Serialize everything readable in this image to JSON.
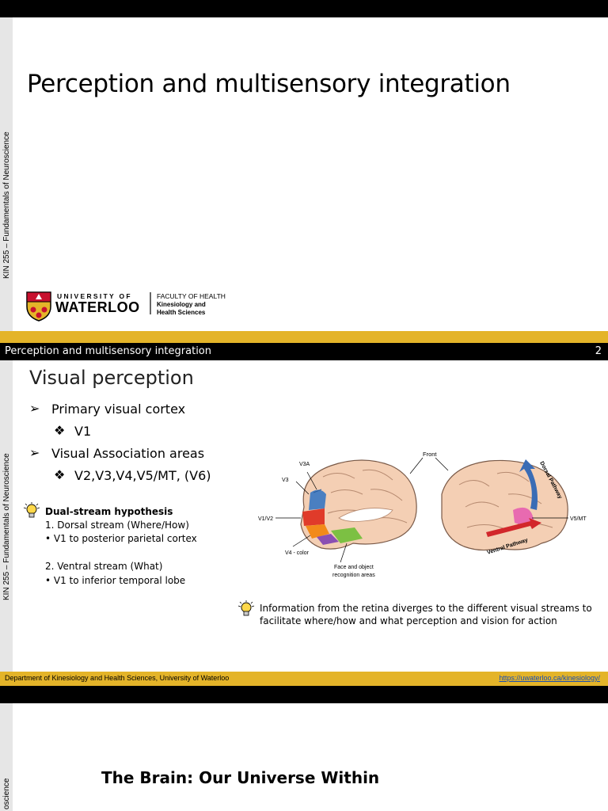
{
  "slide1": {
    "side_label": "KIN 255 – Fundamentals of Neuroscience",
    "title": "Perception and multisensory integration",
    "logo": {
      "university_of": "UNIVERSITY OF",
      "waterloo": "WATERLOO",
      "faculty": "FACULTY OF HEALTH",
      "dept_line1": "Kinesiology and",
      "dept_line2": "Health Sciences"
    }
  },
  "slide2": {
    "header_title": "Perception and multisensory integration",
    "page_number": "2",
    "side_label": "KIN 255 – Fundamentals of Neuroscience",
    "title": "Visual perception",
    "bullets": [
      {
        "marker": "➢",
        "text": "Primary visual cortex"
      },
      {
        "marker": "❖",
        "text": "V1"
      },
      {
        "marker": "➢",
        "text": "Visual Association areas"
      },
      {
        "marker": "❖",
        "text": "V2,V3,V4,V5/MT, (V6)"
      }
    ],
    "hypothesis": {
      "heading": "Dual-stream hypothesis",
      "item1": "1.   Dorsal stream (Where/How)",
      "item1_sub": "•   V1 to posterior parietal cortex",
      "item2": "2.   Ventral stream (What)",
      "item2_sub": "•   V1 to inferior temporal lobe"
    },
    "figure_labels": {
      "v3a": "V3A",
      "v3": "V3",
      "v1v2": "V1/V2",
      "v4": "V4 - color",
      "face1": "Face and object",
      "face2": "recognition areas",
      "front": "Front",
      "dorsal": "Dorsal Pathway",
      "ventral": "Ventral Pathway",
      "v5mt": "V5/MT"
    },
    "note_line1": "Information from the retina diverges to the different visual streams to",
    "note_line2": "facilitate where/how and what perception and vision for action",
    "footer_left": "Department of Kinesiology and Health Sciences, University of Waterloo",
    "footer_right": "https://uwaterloo.ca/kinesiology/"
  },
  "slide3": {
    "side_label": "oscience",
    "title": "The Brain: Our Universe Within"
  }
}
